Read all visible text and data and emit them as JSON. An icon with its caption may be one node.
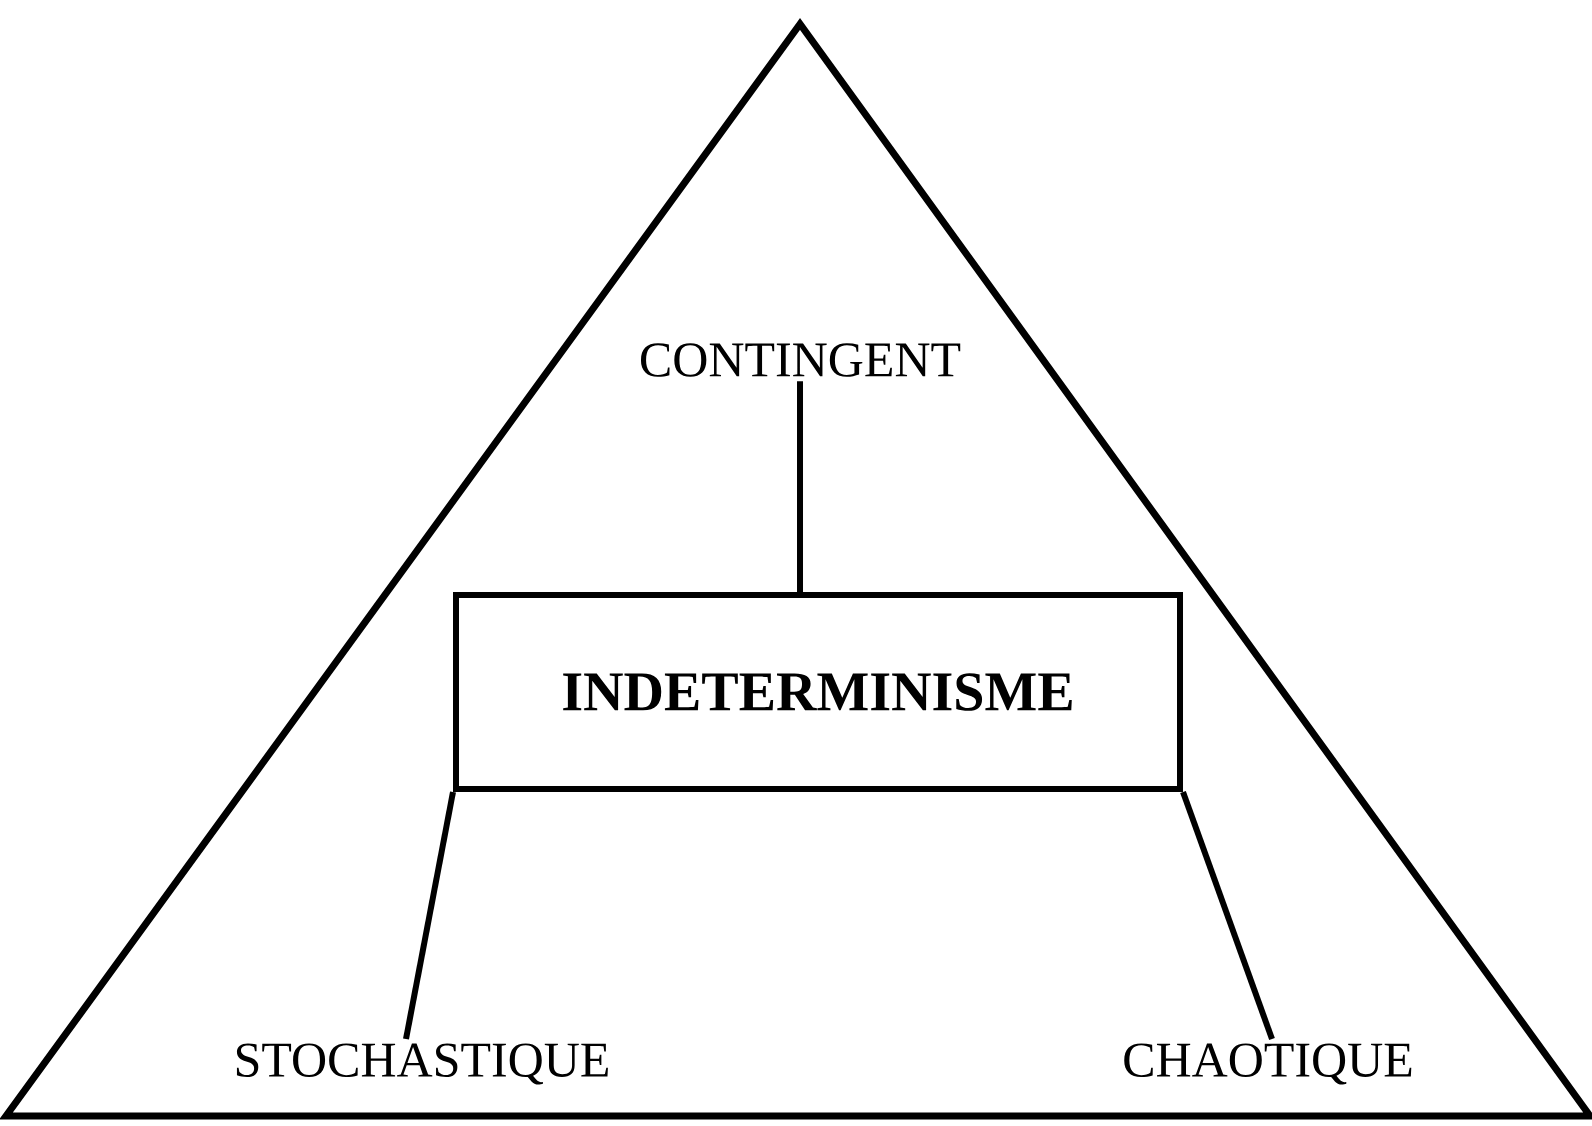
{
  "diagram": {
    "nodes": [
      {
        "text": [],
        "shape": "triangle"
      },
      {
        "text": [
          "CONTINGENT"
        ],
        "in": 0
      },
      {
        "text": [
          "INDETERMINISME"
        ],
        "in": 0
      },
      {
        "text": [
          "STOCHASTIQUE"
        ],
        "in": 0
      },
      {
        "text": [
          "CHAOTIQUE"
        ],
        "in": 0
      }
    ],
    "edges": [
      {
        "from": 1,
        "to": 2,
        "arrow": "none"
      },
      {
        "from": 2,
        "to": 3,
        "arrow": "none"
      },
      {
        "from": 2,
        "to": 4,
        "arrow": "none"
      }
    ]
  }
}
